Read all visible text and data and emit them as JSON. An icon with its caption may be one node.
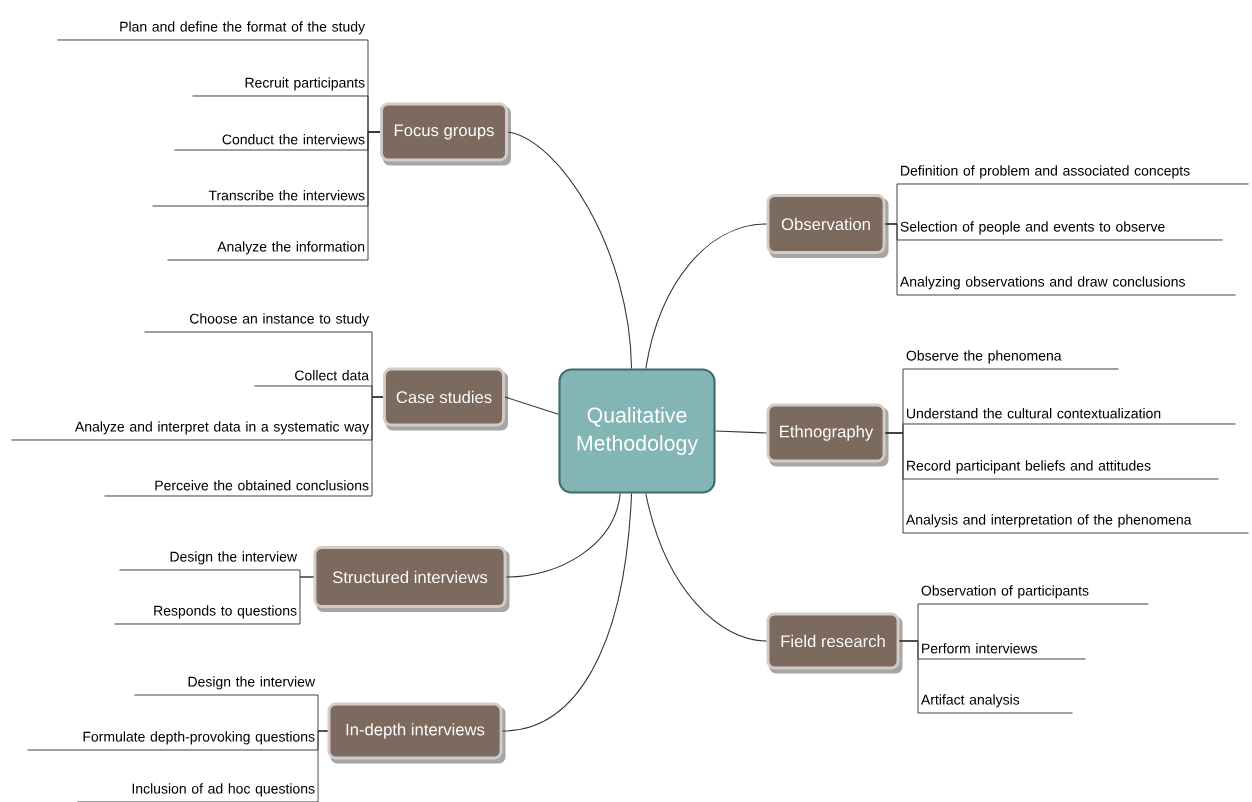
{
  "diagram": {
    "nodes": [
      {
        "text": [
          "Qualitative Methodology"
        ]
      },
      {
        "text": [
          "Focus groups"
        ]
      },
      {
        "text": [
          "Plan and define the format of the study"
        ]
      },
      {
        "text": [
          "Recruit participants"
        ]
      },
      {
        "text": [
          "Conduct the interviews"
        ]
      },
      {
        "text": [
          "Transcribe the interviews"
        ]
      },
      {
        "text": [
          "Analyze the information"
        ]
      },
      {
        "text": [
          "Case studies"
        ]
      },
      {
        "text": [
          "Choose an instance to study"
        ]
      },
      {
        "text": [
          "Collect data"
        ]
      },
      {
        "text": [
          "Analyze and interpret data in a systematic way"
        ]
      },
      {
        "text": [
          "Perceive the obtained conclusions"
        ]
      },
      {
        "text": [
          "Structured interviews"
        ]
      },
      {
        "text": [
          "Design the interview"
        ]
      },
      {
        "text": [
          "Responds to questions"
        ]
      },
      {
        "text": [
          "In-depth interviews"
        ]
      },
      {
        "text": [
          "Design the interview"
        ]
      },
      {
        "text": [
          "Formulate depth-provoking questions"
        ]
      },
      {
        "text": [
          "Inclusion of ad hoc questions"
        ]
      },
      {
        "text": [
          "Observation"
        ]
      },
      {
        "text": [
          "Definition of problem and associated concepts"
        ]
      },
      {
        "text": [
          "Selection of people and events to observe"
        ]
      },
      {
        "text": [
          "Analyzing observations and draw conclusions"
        ]
      },
      {
        "text": [
          "Ethnography"
        ]
      },
      {
        "text": [
          "Observe the phenomena"
        ]
      },
      {
        "text": [
          "Understand the cultural contextualization"
        ]
      },
      {
        "text": [
          "Record participant beliefs and attitudes"
        ]
      },
      {
        "text": [
          "Analysis and interpretation of the phenomena"
        ]
      },
      {
        "text": [
          "Field research"
        ]
      },
      {
        "text": [
          "Observation of participants"
        ]
      },
      {
        "text": [
          "Perform interviews"
        ]
      },
      {
        "text": [
          "Artifact analysis"
        ]
      }
    ],
    "edges": [
      {
        "from": 0,
        "to": 1,
        "arrow": "none"
      },
      {
        "from": 1,
        "to": 2,
        "arrow": "none"
      },
      {
        "from": 1,
        "to": 3,
        "arrow": "none"
      },
      {
        "from": 1,
        "to": 4,
        "arrow": "none"
      },
      {
        "from": 1,
        "to": 5,
        "arrow": "none"
      },
      {
        "from": 1,
        "to": 6,
        "arrow": "none"
      },
      {
        "from": 0,
        "to": 7,
        "arrow": "none"
      },
      {
        "from": 7,
        "to": 8,
        "arrow": "none"
      },
      {
        "from": 7,
        "to": 9,
        "arrow": "none"
      },
      {
        "from": 7,
        "to": 10,
        "arrow": "none"
      },
      {
        "from": 7,
        "to": 11,
        "arrow": "none"
      },
      {
        "from": 0,
        "to": 12,
        "arrow": "none"
      },
      {
        "from": 12,
        "to": 13,
        "arrow": "none"
      },
      {
        "from": 12,
        "to": 14,
        "arrow": "none"
      },
      {
        "from": 0,
        "to": 15,
        "arrow": "none"
      },
      {
        "from": 15,
        "to": 16,
        "arrow": "none"
      },
      {
        "from": 15,
        "to": 17,
        "arrow": "none"
      },
      {
        "from": 15,
        "to": 18,
        "arrow": "none"
      },
      {
        "from": 0,
        "to": 19,
        "arrow": "none"
      },
      {
        "from": 19,
        "to": 20,
        "arrow": "none"
      },
      {
        "from": 19,
        "to": 21,
        "arrow": "none"
      },
      {
        "from": 19,
        "to": 22,
        "arrow": "none"
      },
      {
        "from": 0,
        "to": 23,
        "arrow": "none"
      },
      {
        "from": 23,
        "to": 24,
        "arrow": "none"
      },
      {
        "from": 23,
        "to": 25,
        "arrow": "none"
      },
      {
        "from": 23,
        "to": 26,
        "arrow": "none"
      },
      {
        "from": 23,
        "to": 27,
        "arrow": "none"
      },
      {
        "from": 0,
        "to": 28,
        "arrow": "none"
      },
      {
        "from": 28,
        "to": 29,
        "arrow": "none"
      },
      {
        "from": 28,
        "to": 30,
        "arrow": "none"
      },
      {
        "from": 28,
        "to": 31,
        "arrow": "none"
      }
    ]
  }
}
